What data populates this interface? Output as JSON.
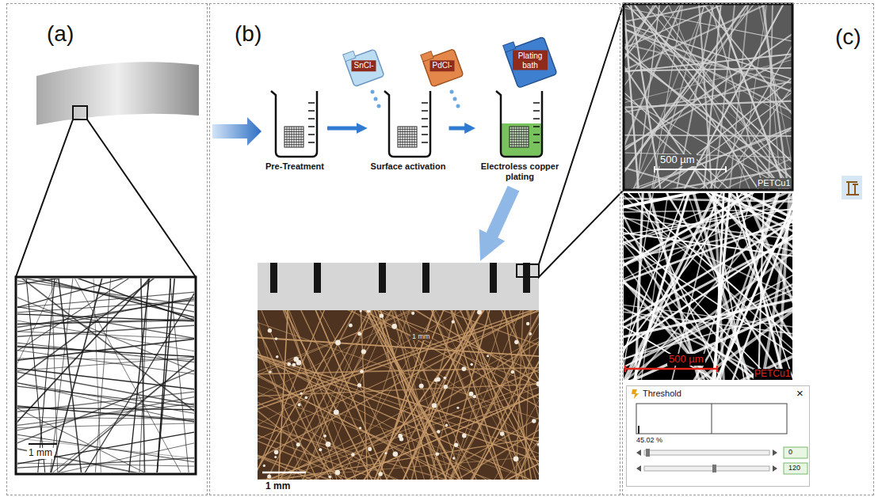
{
  "diagram": {
    "nodes": [
      {
        "text": [
          "(a)"
        ]
      },
      {
        "text": [
          "1 mm"
        ],
        "in": 0
      },
      {
        "text": [
          "(b)"
        ]
      },
      {
        "text": [
          "SnCl-"
        ],
        "in": 2
      },
      {
        "text": [
          "PdCl-"
        ],
        "in": 2
      },
      {
        "text": [
          "Plating bath"
        ],
        "in": 2
      },
      {
        "text": [
          "Pre-Treatment"
        ],
        "in": 2
      },
      {
        "text": [
          "Surface activation"
        ],
        "in": 2
      },
      {
        "text": [
          "Electroless copper plating"
        ],
        "in": 2
      },
      {
        "text": [
          "1 mm",
          "1 mm"
        ],
        "in": 2
      },
      {
        "text": [
          "(c)"
        ]
      },
      {
        "text": [
          "500 µm",
          "PETCu1"
        ],
        "in": 10
      },
      {
        "text": [
          "500 µm",
          "PETCu1"
        ],
        "in": 10
      },
      {
        "text": [
          "Threshold",
          "×",
          "45.02 %",
          "0",
          "120"
        ],
        "in": 10
      }
    ],
    "edges": [
      {
        "from": 6,
        "to": 7,
        "arrow": "to"
      },
      {
        "from": 7,
        "to": 8,
        "arrow": "to"
      },
      {
        "from": 8,
        "to": 9,
        "arrow": "to"
      },
      {
        "from": 9,
        "to": 11,
        "arrow": "none"
      }
    ]
  }
}
